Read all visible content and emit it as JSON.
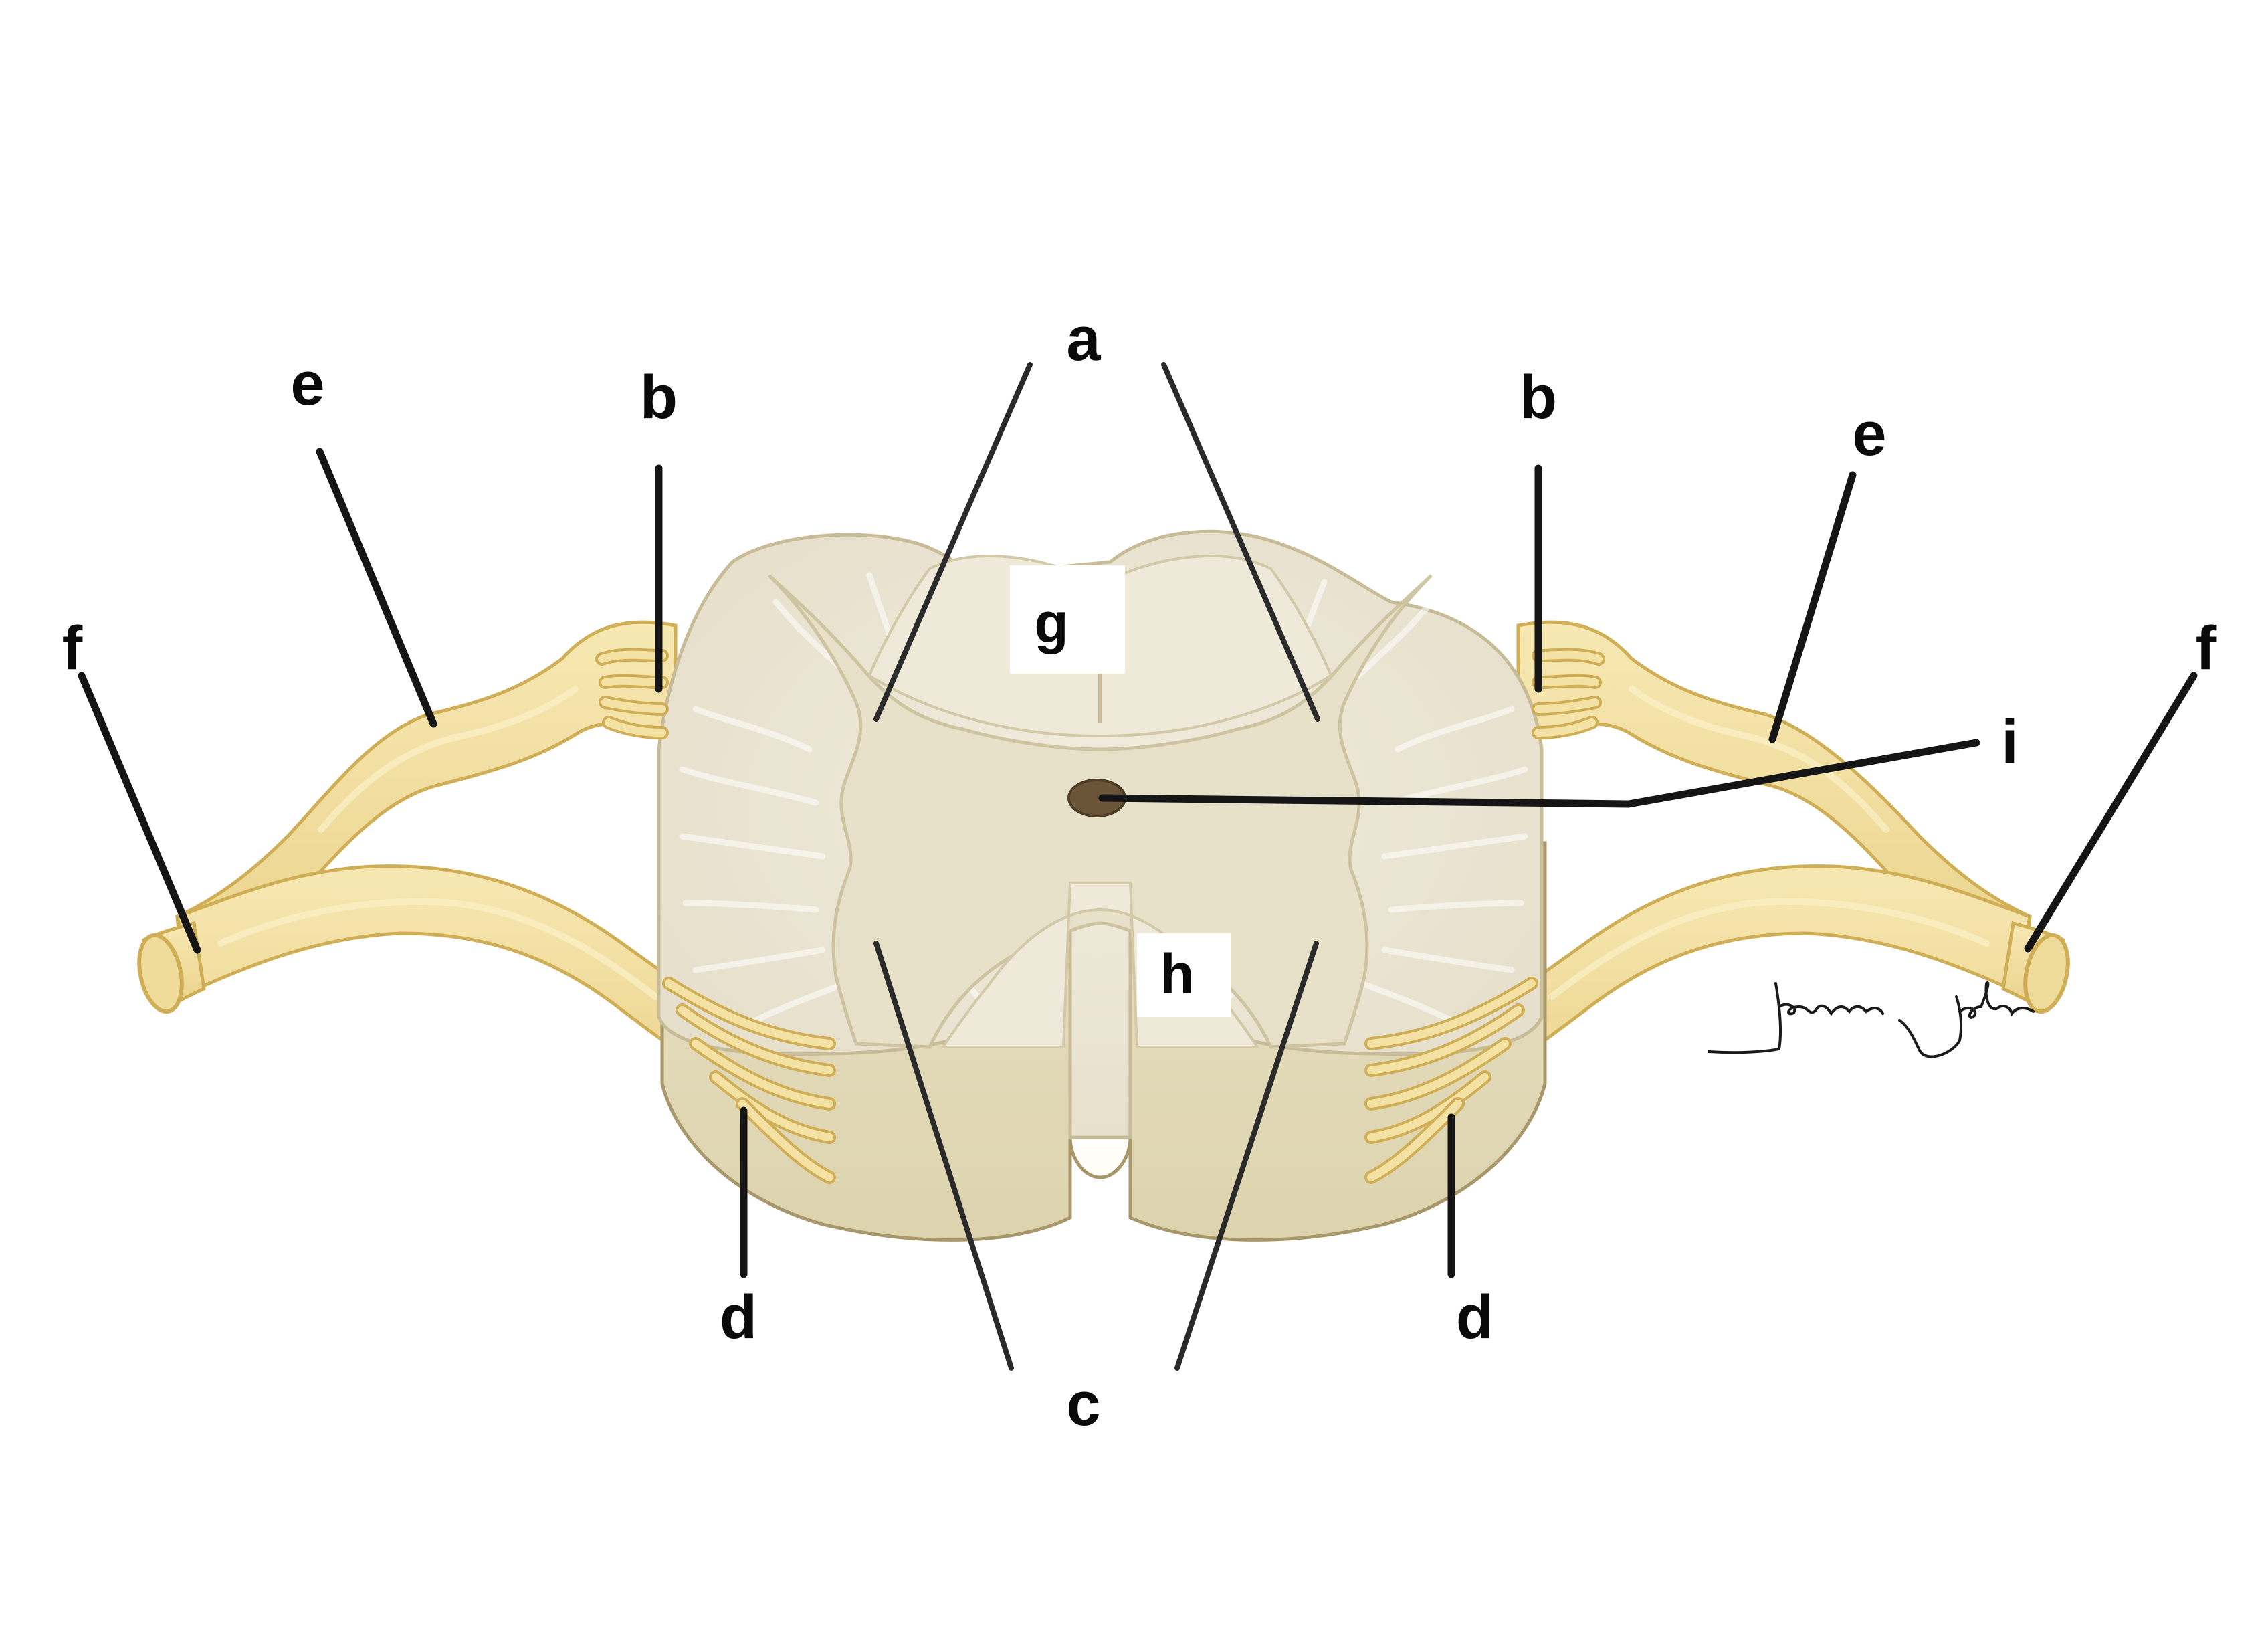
{
  "labels": {
    "a": "a",
    "b": "b",
    "c": "c",
    "d": "d",
    "e": "e",
    "f": "f",
    "g": "g",
    "h": "h",
    "i": "i"
  },
  "signature": "jenna john",
  "colors": {
    "white_matter": "#ede7d7",
    "gray_matter": "#e9e3cd",
    "cord_side": "#ddd4b0",
    "cord_side_dark": "#c7ba8d",
    "nerve": "#f2df9e",
    "nerve_outline": "#cfae55",
    "central_canal": "#6b5538",
    "leader_lines": "#151515"
  }
}
